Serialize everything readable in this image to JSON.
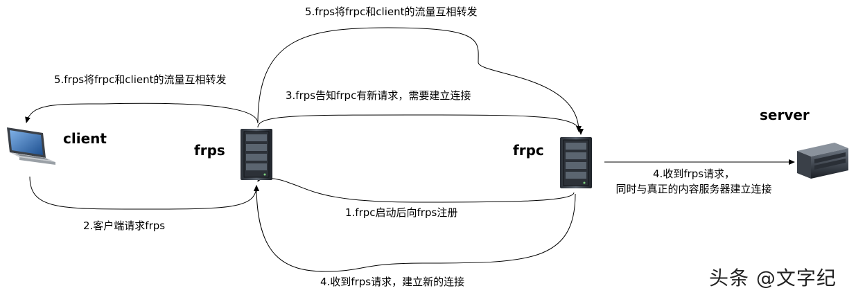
{
  "nodes": {
    "client": "client",
    "frps": "frps",
    "frpc": "frpc",
    "server": "server"
  },
  "edges": {
    "forward_top": "5.frps将frpc和client的流量互相转发",
    "forward_left": "5.frps将frpc和client的流量互相转发",
    "notify": "3.frps告知frpc有新请求，需要建立连接",
    "frpc_register": "1.frpc启动后向frps注册",
    "client_request": "2.客户端请求frps",
    "frpc_to_server_line1": "4.收到frps请求，",
    "frpc_to_server_line2": "同时与真正的内容服务器建立连接",
    "new_connection": "4.收到frps请求，建立新的连接"
  },
  "watermark": "头条 @文字纪"
}
